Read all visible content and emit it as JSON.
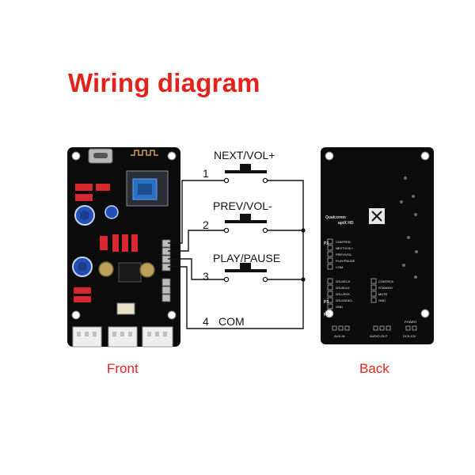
{
  "title": "Wiring diagram",
  "colors": {
    "title": "#e3221b",
    "caption": "#e3221b",
    "wire": "#111111",
    "board": "#0b0b0b"
  },
  "buttons": [
    {
      "number": "1",
      "label": "NEXT/VOL+"
    },
    {
      "number": "2",
      "label": "PREV/VOL-"
    },
    {
      "number": "3",
      "label": "PLAY/PAUSE"
    }
  ],
  "com": {
    "number": "4",
    "label": "COM"
  },
  "front_caption": "Front",
  "back_caption": "Back",
  "back_board": {
    "brand": "Qualcomm",
    "codec": "aptX HD",
    "header_p2": "P2",
    "header_p3": "P3",
    "header_p1": "P1",
    "p2_pins": [
      "CONTROL",
      "NEXT/VOL+",
      "PREV/VOL-",
      "PLAY/PAUSE",
      "COM"
    ],
    "p3_pins_left": [
      "I2S-MCLK",
      "I2S-BCLK",
      "I2S-LRCK",
      "I2S-DATAO",
      "GND"
    ],
    "p3_pins_right": [
      "CONTROL",
      "STANDBY",
      "MUTE",
      "GND"
    ],
    "bottom_labels": [
      "AUX-IN",
      "AUDIO-OUT",
      "POWER",
      "DC5-12V"
    ]
  }
}
